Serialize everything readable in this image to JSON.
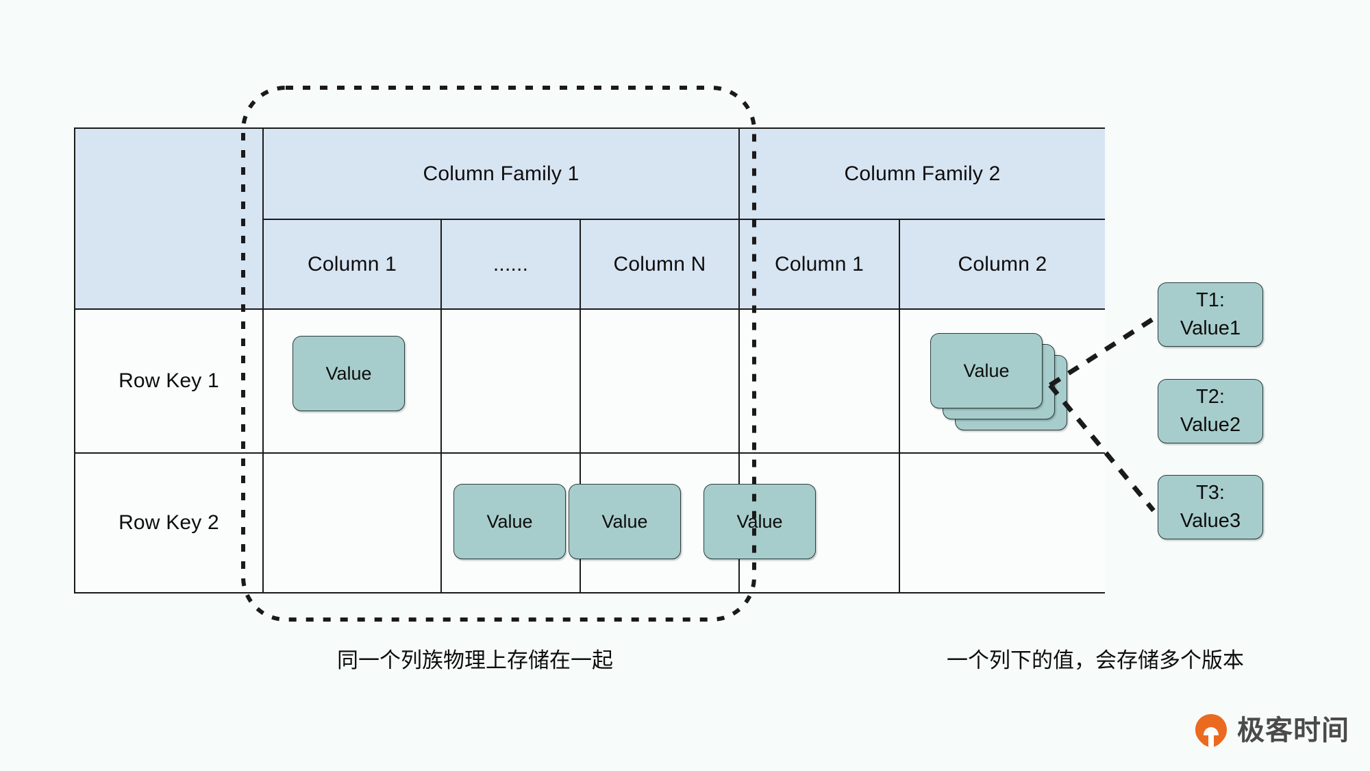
{
  "diagram": {
    "title": "HBase Table Data Model",
    "background_color": "#f7fbfa",
    "header_fill": "#d7e4f2",
    "value_fill": "#a6cdcb",
    "line_color": "#1a1a1a"
  },
  "table": {
    "corner_label": "",
    "column_families": [
      {
        "label": "Column Family 1"
      },
      {
        "label": "Column Family 2"
      }
    ],
    "columns": [
      {
        "label": "Column 1"
      },
      {
        "label": "......"
      },
      {
        "label": "Column N"
      },
      {
        "label": "Column 1"
      },
      {
        "label": "Column 2"
      }
    ],
    "rows": [
      {
        "key": "Row Key 1"
      },
      {
        "key": "Row Key 2"
      }
    ],
    "cells": {
      "r1c1": "Value",
      "r1c5": "Value",
      "r2c2": "Value",
      "r2c3": "Value",
      "r2c4": "Value"
    }
  },
  "versions": {
    "items": [
      {
        "time": "T1:",
        "value": "Value1"
      },
      {
        "time": "T2:",
        "value": "Value2"
      },
      {
        "time": "T3:",
        "value": "Value3"
      }
    ]
  },
  "captions": {
    "left": "同一个列族物理上存储在一起",
    "right": "一个列下的值，会存储多个版本"
  },
  "logo": {
    "text": "极客时间",
    "mark_color": "#ea6a20"
  }
}
